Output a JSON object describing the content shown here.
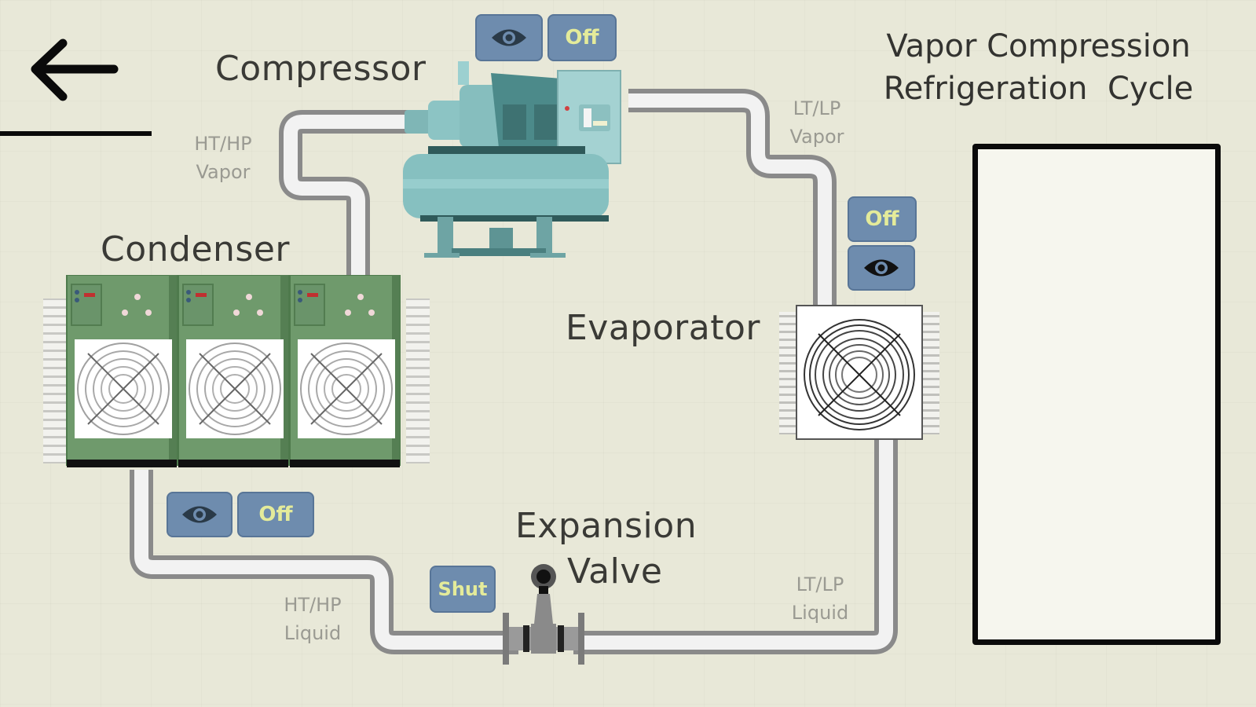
{
  "app": {
    "title_line1": "Vapor Compression",
    "title_line2": "Refrigeration  Cycle"
  },
  "nav": {
    "back_icon": "arrow-left-icon"
  },
  "components": {
    "compressor": {
      "label": "Compressor",
      "view_icon": "eye-icon",
      "power": "Off"
    },
    "condenser": {
      "label": "Condenser",
      "view_icon": "eye-icon",
      "power": "Off",
      "fan_units": 3
    },
    "evaporator": {
      "label": "Evaporator",
      "view_icon": "eye-icon",
      "power": "Off"
    },
    "expansion_valve": {
      "label_line1": "Expansion",
      "label_line2": "Valve",
      "state": "Shut"
    }
  },
  "pipes": {
    "ht_hp_vapor": {
      "line1": "HT/HP",
      "line2": "Vapor"
    },
    "lt_lp_vapor": {
      "line1": "LT/LP",
      "line2": "Vapor"
    },
    "ht_hp_liquid": {
      "line1": "HT/HP",
      "line2": "Liquid"
    },
    "lt_lp_liquid": {
      "line1": "LT/LP",
      "line2": "Liquid"
    }
  },
  "readout_panel": {
    "content": ""
  },
  "colors": {
    "background": "#e8e8d8",
    "button_fill": "#6e8cae",
    "button_text": "#e4eb9a",
    "condenser_green": "#6f9a6c",
    "compressor_teal": "#8cc4c4",
    "pipe_silver": "#d8d8d8"
  }
}
